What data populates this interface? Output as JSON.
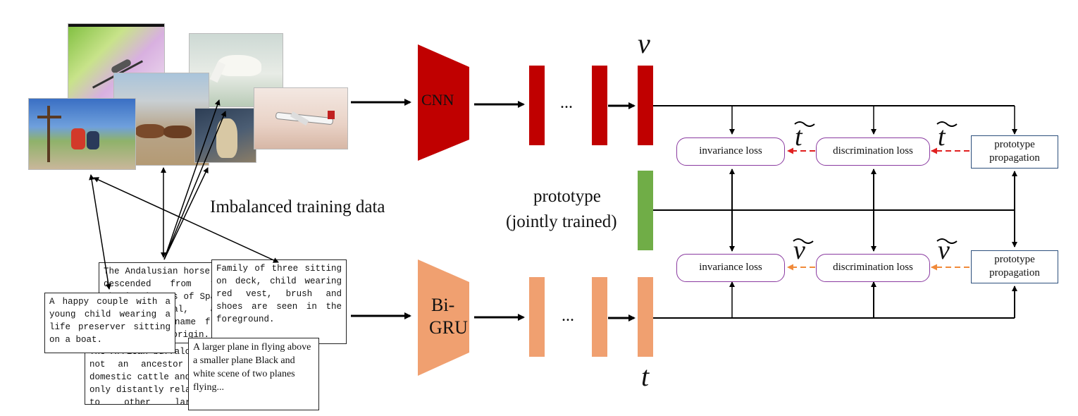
{
  "caption_imbalanced": "Imbalanced training data",
  "encoders": {
    "image": "CNN",
    "text_line1": "Bi-",
    "text_line2": "GRU"
  },
  "dots": "...",
  "vec_v": "v",
  "vec_t": "t",
  "prototype_line1": "prototype",
  "prototype_line2": "(jointly trained)",
  "tilde_t": "t",
  "tilde_v": "v",
  "top_row": {
    "invariance": "invariance loss",
    "discrimination": "discrimination loss",
    "prop_line1": "prototype",
    "prop_line2": "propagation"
  },
  "bottom_row": {
    "invariance": "invariance loss",
    "discrimination": "discrimination loss",
    "prop_line1": "prototype",
    "prop_line2": "propagation"
  },
  "texts": {
    "andalusian": "The Andalusian horse is descended from the Iberian horses of Spain and Portugal, and derives its name from its place of origin.",
    "family": "Family of three sitting on deck, child wearing red vest, brush and shoes are seen in the foreground.",
    "couple": "A happy couple with a young child wearing a life preserver sitting on a boat.",
    "buffalo": "The African buffalo is not an ancestor of domestic cattle and is only distantly related to other larger bovines. .",
    "plane": "A larger plane in flying above a smaller plane Black and white scene of two planes flying..."
  },
  "colors": {
    "visual": "#c00000",
    "textual": "#f0a070",
    "prototype": "#70ad47",
    "loss_border": "#8a3aa0",
    "prop_border": "#2c4f7c",
    "arrow_red": "#e02020",
    "arrow_orange": "#f08a3a"
  },
  "photos": [
    "insect-photo",
    "horse-lake-photo",
    "mountain-horses-photo",
    "family-boat-photo",
    "horse-portrait-photo",
    "airplane-photo"
  ]
}
